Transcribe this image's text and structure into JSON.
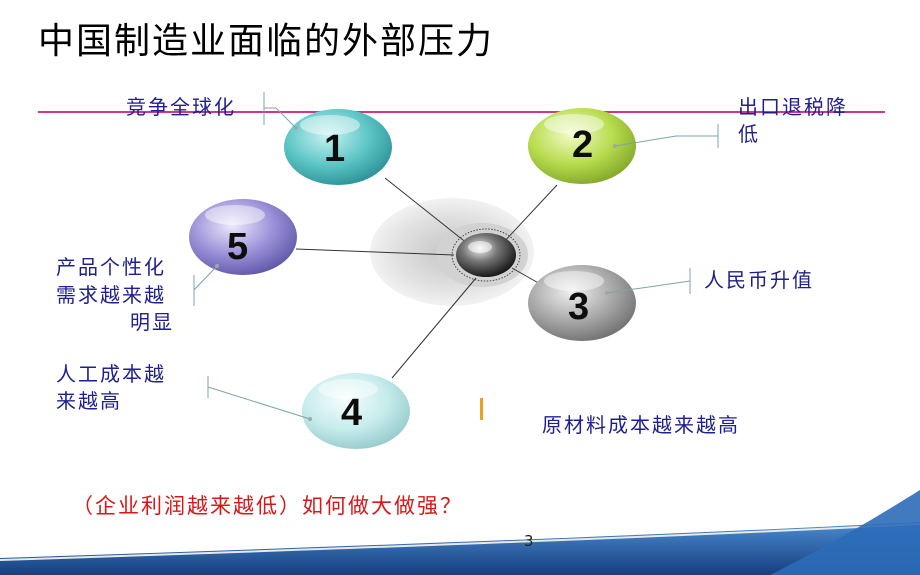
{
  "title": "中国制造业面临的外部压力",
  "colors": {
    "accent_line": "#d6338a",
    "question": "#d81818",
    "label": "#1f1f8f",
    "footer_blue": "#1b5aa6"
  },
  "nodes": [
    {
      "number": "1",
      "label": "竞争全球化"
    },
    {
      "number": "2",
      "label": "出口退税降低"
    },
    {
      "number": "3",
      "label": "人民币升值"
    },
    {
      "number": "4",
      "label": "人工成本越来越高"
    },
    {
      "number": "5",
      "label": "产品个性化需求越来越明显"
    }
  ],
  "labels": {
    "l1": "竞争全球化",
    "l2a": "出口退税降",
    "l2b": "低",
    "l3": "人民币升值",
    "l4a": "人工成本越",
    "l4b": "来越高",
    "l5a": "产品个性化",
    "l5b": "需求越来越",
    "l5c": "明显",
    "l6": "原材料成本越来越高"
  },
  "question": "（企业利润越来越低）如何做大做强？",
  "page_number": "3"
}
